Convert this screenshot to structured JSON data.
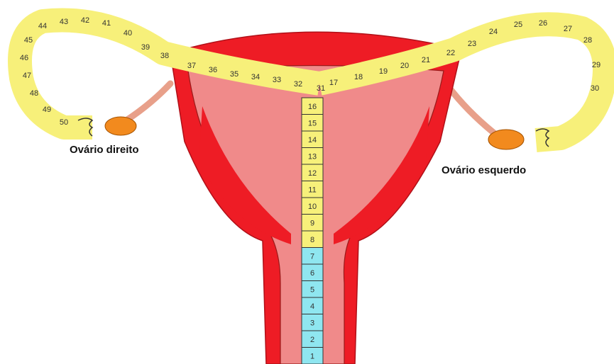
{
  "labels": {
    "right_ovary": "Ovário direito",
    "left_ovary": "Ovário esquerdo"
  },
  "colors": {
    "uterus_wall": "#ee1c25",
    "uterus_cavity": "#f08a8a",
    "tube_yellow": "#f7f07a",
    "cervix_blue": "#8fe6f0",
    "ovary": "#f28a1e",
    "ligament": "#e8a08a",
    "outline": "#333333"
  },
  "stem_numbers": [
    "1",
    "2",
    "3",
    "4",
    "5",
    "6",
    "7",
    "8",
    "9",
    "10",
    "11",
    "12",
    "13",
    "14",
    "15",
    "16"
  ],
  "left_tube_numbers": [
    "31",
    "32",
    "33",
    "34",
    "35",
    "36",
    "37",
    "38",
    "39",
    "40",
    "41",
    "42",
    "43",
    "44",
    "45",
    "46",
    "47",
    "48",
    "49",
    "50"
  ],
  "right_tube_numbers": [
    "17",
    "18",
    "19",
    "20",
    "21",
    "22",
    "23",
    "24",
    "25",
    "26",
    "27",
    "28",
    "29",
    "30"
  ],
  "blue_count": 7
}
